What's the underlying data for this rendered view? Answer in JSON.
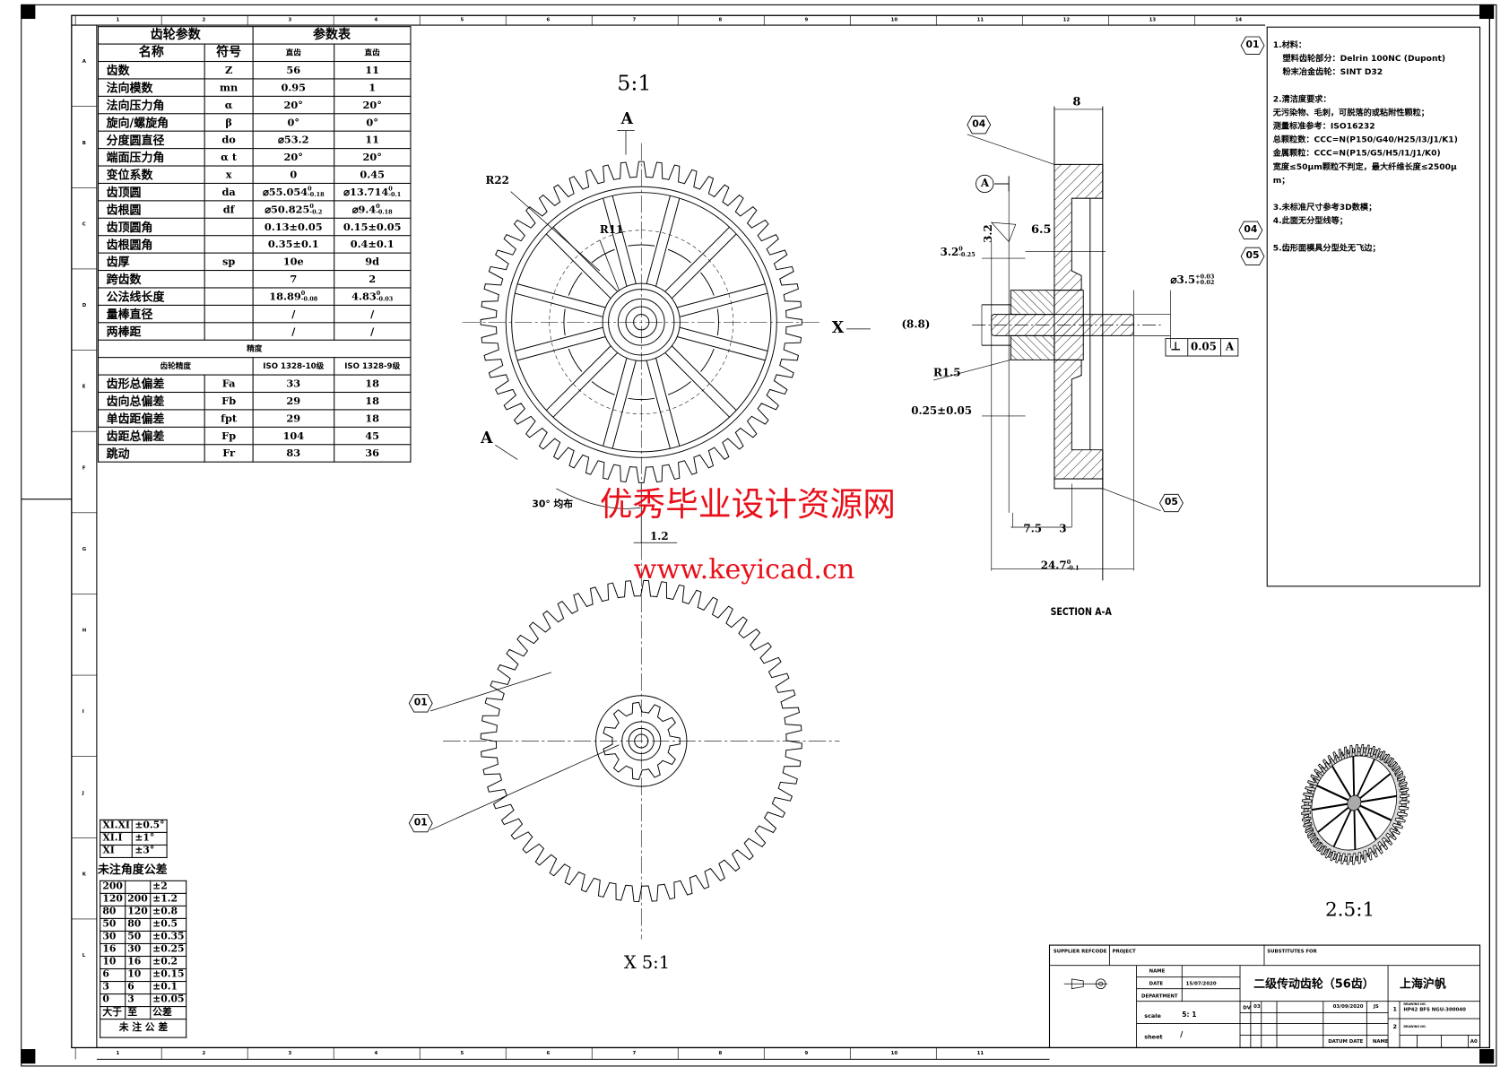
{
  "frame": {
    "top_zones": [
      "1",
      "2",
      "3",
      "4",
      "5",
      "6",
      "7",
      "8",
      "9",
      "10",
      "11",
      "12",
      "13",
      "14"
    ],
    "bottom_zones": [
      "1",
      "2",
      "3",
      "4",
      "5",
      "6",
      "7",
      "8",
      "9",
      "10",
      "11"
    ],
    "left_zones": [
      "A",
      "B",
      "C",
      "D",
      "E",
      "F",
      "G",
      "H",
      "I",
      "J",
      "K",
      "L"
    ]
  },
  "params": {
    "title_left": "齿轮参数",
    "title_right": "参数表",
    "col_name": "名称",
    "col_symbol": "符号",
    "col_g1": "直齿",
    "col_g2": "直齿",
    "rows": [
      {
        "name": "齿数",
        "sym": "Z",
        "v1": {
          "m": "56"
        },
        "v2": {
          "m": "11"
        }
      },
      {
        "name": "法向模数",
        "sym": "mn",
        "v1": {
          "m": "0.95"
        },
        "v2": {
          "m": "1"
        }
      },
      {
        "name": "法向压力角",
        "sym": "α",
        "v1": {
          "m": "20°"
        },
        "v2": {
          "m": "20°"
        }
      },
      {
        "name": "旋向/螺旋角",
        "sym": "β",
        "v1": {
          "m": "0°"
        },
        "v2": {
          "m": "0°"
        }
      },
      {
        "name": "分度圆直径",
        "sym": "do",
        "v1": {
          "m": "⌀53.2"
        },
        "v2": {
          "m": "11"
        }
      },
      {
        "name": "端面压力角",
        "sym": "α t",
        "v1": {
          "m": "20°"
        },
        "v2": {
          "m": "20°"
        }
      },
      {
        "name": "变位系数",
        "sym": "x",
        "v1": {
          "m": "0"
        },
        "v2": {
          "m": "0.45"
        }
      },
      {
        "name": "齿顶圆",
        "sym": "da",
        "v1": {
          "m": "⌀55.054",
          "u": "0",
          "l": "-0.18"
        },
        "v2": {
          "m": "⌀13.714",
          "u": "0",
          "l": "-0.1"
        }
      },
      {
        "name": "齿根圆",
        "sym": "df",
        "v1": {
          "m": "⌀50.825",
          "u": "0",
          "l": "-0.2"
        },
        "v2": {
          "m": "⌀9.4",
          "u": "0",
          "l": "-0.18"
        }
      },
      {
        "name": "齿顶圆角",
        "sym": "",
        "v1": {
          "m": "0.13±0.05"
        },
        "v2": {
          "m": "0.15±0.05"
        }
      },
      {
        "name": "齿根圆角",
        "sym": "",
        "v1": {
          "m": "0.35±0.1"
        },
        "v2": {
          "m": "0.4±0.1"
        }
      },
      {
        "name": "齿厚",
        "sym": "sp",
        "v1": {
          "m": "10e"
        },
        "v2": {
          "m": "9d"
        }
      },
      {
        "name": "跨齿数",
        "sym": "",
        "v1": {
          "m": "7"
        },
        "v2": {
          "m": "2"
        }
      },
      {
        "name": "公法线长度",
        "sym": "",
        "v1": {
          "m": "18.89",
          "u": "0",
          "l": "-0.08"
        },
        "v2": {
          "m": "4.83",
          "u": "0",
          "l": "-0.03"
        }
      },
      {
        "name": "量棒直径",
        "sym": "",
        "v1": {
          "m": "/"
        },
        "v2": {
          "m": "/"
        }
      },
      {
        "name": "两棒距",
        "sym": "",
        "v1": {
          "m": "/"
        },
        "v2": {
          "m": "/"
        }
      }
    ],
    "precision_title": "精度",
    "precision_label": "齿轮精度",
    "precision_g1": "ISO 1328-10级",
    "precision_g2": "ISO 1328-9级",
    "precision_rows": [
      {
        "name": "齿形总偏差",
        "sym": "Fa",
        "v1": "33",
        "v2": "18"
      },
      {
        "name": "齿向总偏差",
        "sym": "Fb",
        "v1": "29",
        "v2": "18"
      },
      {
        "name": "单齿距偏差",
        "sym": "fpt",
        "v1": "29",
        "v2": "18"
      },
      {
        "name": "齿距总偏差",
        "sym": "Fp",
        "v1": "104",
        "v2": "45"
      },
      {
        "name": "跳动",
        "sym": "Fr",
        "v1": "83",
        "v2": "36"
      }
    ]
  },
  "angle_tolerance": {
    "rows": [
      [
        "XI.XI",
        "±0.5°"
      ],
      [
        "XI.I",
        "±1°"
      ],
      [
        "XI",
        "±3°"
      ]
    ],
    "title": "未注角度公差"
  },
  "linear_tolerance": {
    "rows": [
      [
        "200",
        "",
        "±2"
      ],
      [
        "120",
        "200",
        "±1.2"
      ],
      [
        "80",
        "120",
        "±0.8"
      ],
      [
        "50",
        "80",
        "±0.5"
      ],
      [
        "30",
        "50",
        "±0.35"
      ],
      [
        "16",
        "30",
        "±0.25"
      ],
      [
        "10",
        "16",
        "±0.2"
      ],
      [
        "6",
        "10",
        "±0.15"
      ],
      [
        "3",
        "6",
        "±0.1"
      ],
      [
        "0",
        "3",
        "±0.05"
      ]
    ],
    "header": [
      "大于",
      "至",
      "公差"
    ],
    "title": "未 注 公 差"
  },
  "notes": {
    "lines": [
      "1.材料：",
      "  塑料齿轮部分：Delrin 100NC (Dupont)",
      "  粉末冶金齿轮：SINT D32",
      "",
      "2.清洁度要求：",
      "无污染物、毛刺，可脱落的或粘附性颗粒；",
      "测量标准参考：ISO16232",
      "总颗粒数：CCC=N(P150/G40/H25/I3/J1/K1)",
      "金属颗粒：CCC=N(P15/G5/H5/I1/J1/K0)",
      "宽度≤50μm颗粒不判定，最大纤维长度≤2500μ",
      "m；",
      "",
      "3.未标准尺寸参考3D数模；",
      "4.此面无分型线等；",
      "",
      "5.齿形面模具分型处无飞边；"
    ],
    "balloons": [
      "01",
      "04",
      "05"
    ]
  },
  "views": {
    "front_scale": "5:1",
    "section_mark": "A",
    "r22": "R22",
    "r11": "R11",
    "x_mark": "X",
    "spoke_note": "30° 均布",
    "rib_width": "1.2",
    "back_scale": "X 5:1",
    "back_balloon_1": "01",
    "back_balloon_2": "01",
    "iso_scale": "2.5:1"
  },
  "section": {
    "title": "SECTION A-A",
    "width_8": "8",
    "balloon_top": "04",
    "balloon_bottom": "05",
    "datum": "A",
    "roughness": "3.2",
    "dim_6_5": "6.5",
    "dim_3_2": "3.2",
    "dim_3_2_tol_up": "0",
    "dim_3_2_tol_low": "-0.25",
    "bore": "⌀3.5",
    "bore_tol_up": "+0.03",
    "bore_tol_low": "+0.02",
    "dim_8_8": "(8.8)",
    "perp_symbol": "⊥",
    "perp_value": "0.05",
    "perp_datum": "A",
    "r1_5": "R1.5",
    "dim_0_25": "0.25±0.05",
    "dim_7_5": "7.5",
    "dim_3": "3",
    "dim_24_7": "24.7",
    "dim_24_7_tol_up": "0",
    "dim_24_7_tol_low": "-0.1"
  },
  "watermark": {
    "line1": "优秀毕业设计资源网",
    "line2": "www.keyicad.cn"
  },
  "title_block": {
    "supplier_label": "SUPPLIER REFCODE",
    "project_label": "PROJECT",
    "substitutes_label": "SUBSTITUTES FOR",
    "name_label": "NAME",
    "date_label": "DATE",
    "date_value": "15/07/2020",
    "department_label": "DEPARTMENT",
    "scale_label": "scale",
    "scale_value": "5: 1",
    "sheet_label": "sheet",
    "sheet_value": "/",
    "drawing_title": "二级传动齿轮（56齿）",
    "company": "上海沪帆",
    "rev_code": "DV",
    "rev_no": "03",
    "rev_date": "03/09/2020",
    "rev_by": "JS",
    "datum_date_label": "DATUM DATE",
    "name2_label": "NAME",
    "item1_no": "1",
    "item1_label": "DRAWING NO.",
    "item1_value": "HP42 BFS NGU-300040",
    "item2_no": "2",
    "item2_label": "DRAWING NO.",
    "size": "A0"
  }
}
